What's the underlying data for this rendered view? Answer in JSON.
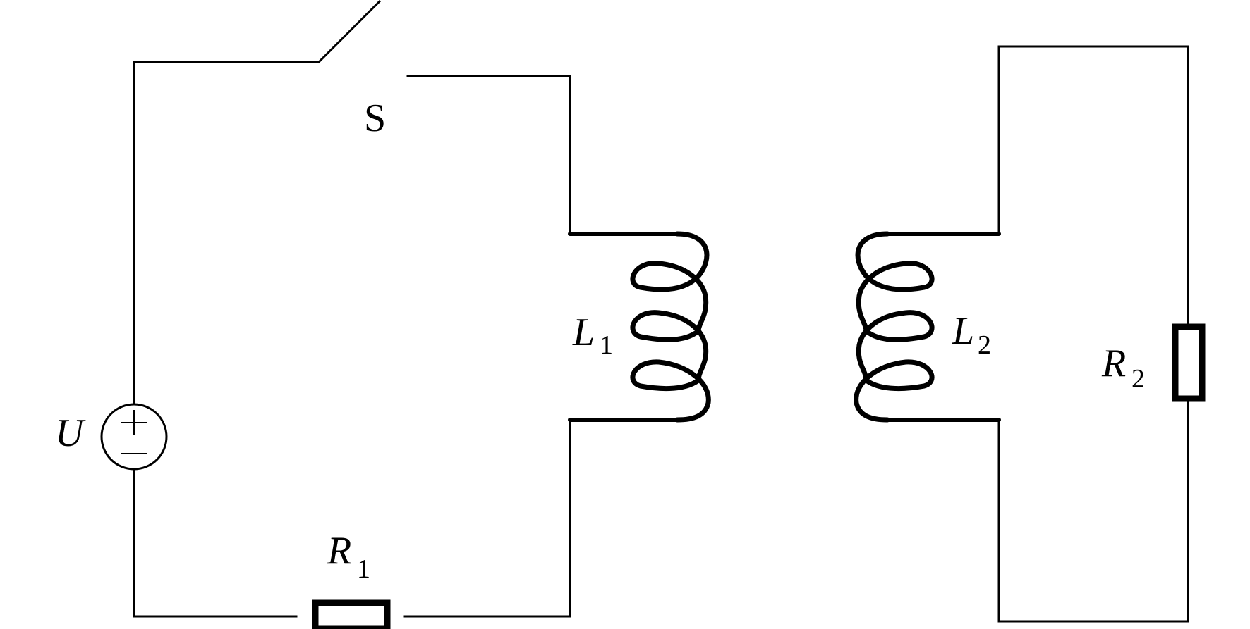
{
  "labels": {
    "switch": "S",
    "source": "U",
    "r1": {
      "main": "R",
      "sub": "1"
    },
    "r2": {
      "main": "R",
      "sub": "2"
    },
    "l1": {
      "main": "L",
      "sub": "1"
    },
    "l2": {
      "main": "L",
      "sub": "2"
    }
  },
  "source_polarity": {
    "plus": "+",
    "minus": "−"
  }
}
